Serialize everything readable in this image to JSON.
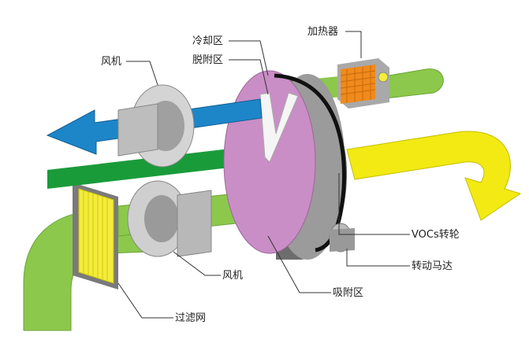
{
  "labels": {
    "cooling_zone": "冷却区",
    "desorption_zone": "脱附区",
    "heater": "加热器",
    "fan_top": "风机",
    "fan_bottom": "风机",
    "voc_wheel": "VOCs转轮",
    "motor": "转动马达",
    "adsorption_zone": "吸附区",
    "filter": "过滤网"
  },
  "colors": {
    "desorb_air": "#1d86c9",
    "clean_air": "#1a9b3a",
    "process_air": "#8cc84b",
    "hot_air": "#f2ea12",
    "wheel": "#c98ec6",
    "heater": "#f08a1c",
    "filter": "#f3ec3a"
  }
}
